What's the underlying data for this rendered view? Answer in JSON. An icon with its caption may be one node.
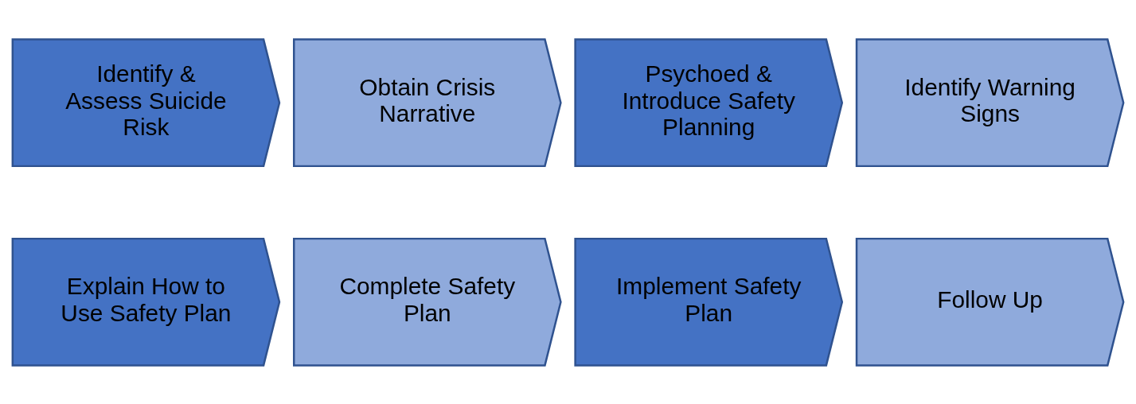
{
  "diagram": {
    "nodes": [
      {
        "text": [
          "Identify & Assess Suicide Risk"
        ]
      },
      {
        "text": [
          "Obtain Crisis Narrative"
        ]
      },
      {
        "text": [
          "Psychoed & Introduce Safety Planning"
        ]
      },
      {
        "text": [
          "Identify Warning Signs"
        ]
      },
      {
        "text": [
          "Explain How to Use Safety Plan"
        ]
      },
      {
        "text": [
          "Complete Safety Plan"
        ]
      },
      {
        "text": [
          "Implement Safety Plan"
        ]
      },
      {
        "text": [
          "Follow Up"
        ]
      }
    ],
    "edges": []
  }
}
